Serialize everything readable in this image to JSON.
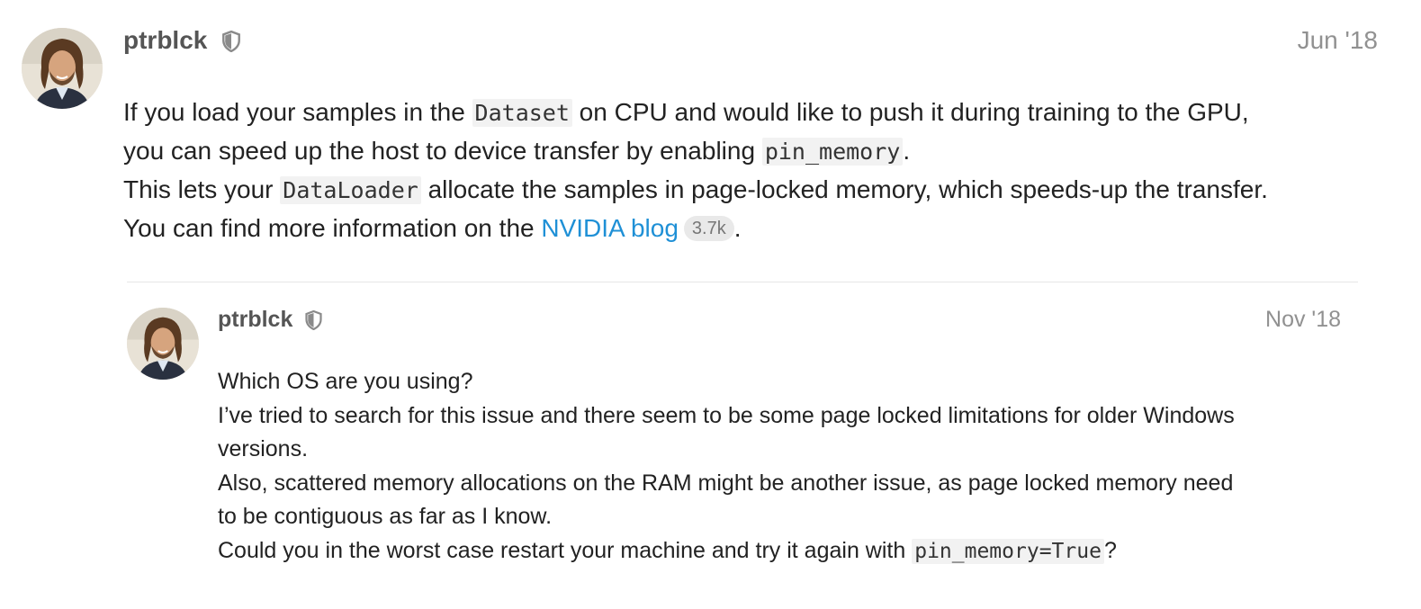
{
  "posts": [
    {
      "username": "ptrblck",
      "date": "Jun '18",
      "avatar_icon": "avatar-photo",
      "badge_icon": "shield-icon",
      "body": {
        "l1_a": "If you load your samples in the ",
        "l1_code": "Dataset",
        "l1_b": " on CPU and would like to push it during training to the GPU,",
        "l2_a": "you can speed up the host to device transfer by enabling ",
        "l2_code": "pin_memory",
        "l2_b": ".",
        "l3_a": "This lets your ",
        "l3_code": "DataLoader",
        "l3_b": " allocate the samples in page-locked memory, which speeds-up the transfer.",
        "l4_a": "You can find more information on the ",
        "l4_link": "NVIDIA blog",
        "l4_clicks": "3.7k",
        "l4_b": "."
      }
    },
    {
      "username": "ptrblck",
      "date": "Nov '18",
      "avatar_icon": "avatar-photo",
      "badge_icon": "shield-icon",
      "body": {
        "l1": "Which OS are you using?",
        "l2": "I’ve tried to search for this issue and there seem to be some page locked limitations for older Windows",
        "l3": "versions.",
        "l4": "Also, scattered memory allocations on the RAM might be another issue, as page locked memory need",
        "l5": "to be contiguous as far as I know.",
        "l6_a": "Could you in the worst case restart your machine and try it again with ",
        "l6_code": "pin_memory=True",
        "l6_b": "?"
      }
    }
  ],
  "colors": {
    "link": "#1f90d6",
    "username": "#555555",
    "date": "#919191",
    "text": "#222222",
    "code_bg": "#f2f2f2"
  }
}
